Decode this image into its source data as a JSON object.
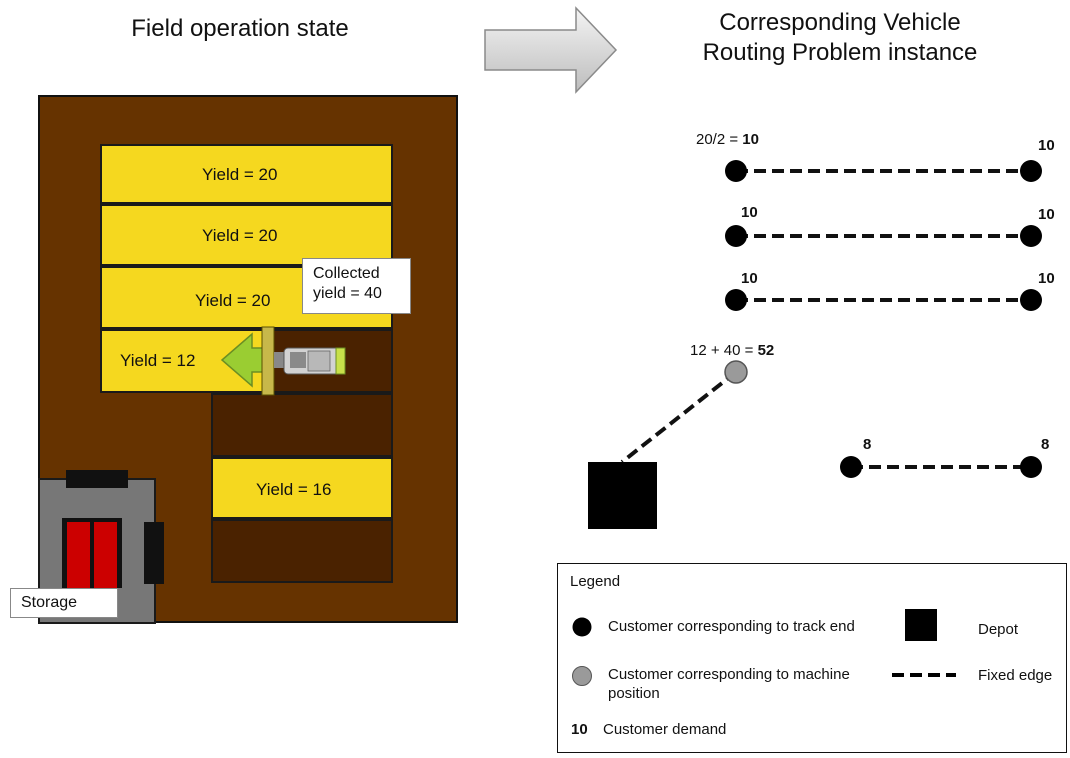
{
  "titles": {
    "left": "Field operation state",
    "right_line1": "Corresponding Vehicle",
    "right_line2": "Routing Problem instance"
  },
  "field": {
    "strips": [
      {
        "label": "Yield = 20"
      },
      {
        "label": "Yield = 20"
      },
      {
        "label": "Yield = 20"
      },
      {
        "label": "Yield = 12"
      },
      {
        "label": "Yield = 16"
      }
    ],
    "collected_line1": "Collected",
    "collected_line2": "yield = 40",
    "storage_label": "Storage"
  },
  "vrp": {
    "labels": {
      "row1_left_prefix": "20/2 = ",
      "row1_left_value": "10",
      "row1_right": "10",
      "row2_left": "10",
      "row2_right": "10",
      "row3_left": "10",
      "row3_right": "10",
      "machine_prefix": "12 + 40 = ",
      "machine_value": "52",
      "row5_left": "8",
      "row5_right": "8"
    }
  },
  "legend": {
    "title": "Legend",
    "track_end": "Customer corresponding to track end",
    "machine_line1": "Customer corresponding to machine",
    "machine_line2": "position",
    "demand_example": "10",
    "demand_text": "Customer demand",
    "depot": "Depot",
    "fixed_edge": "Fixed edge"
  },
  "colors": {
    "field_soil": "#663300",
    "unharvested": "#f5d81f",
    "harvested": "#4a2200",
    "machine_arrow": "#9acd32",
    "storage_door": "#cc0000",
    "storage_wall": "#777777"
  }
}
